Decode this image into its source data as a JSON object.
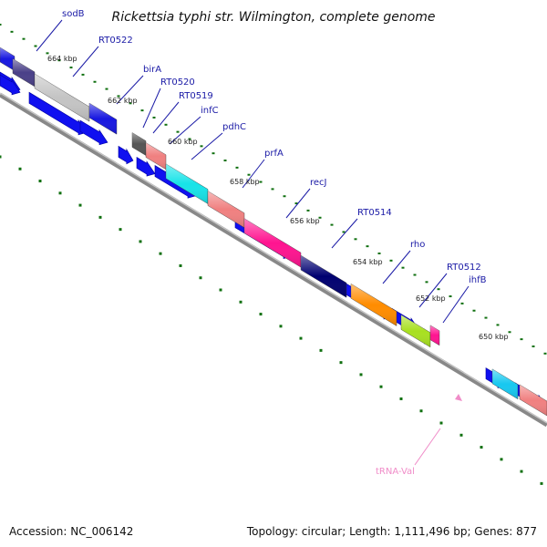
{
  "title": "Rickettsia typhi str. Wilmington, complete genome",
  "footer": {
    "accession": "Accession: NC_006142",
    "stats": "Topology: circular; Length: 1,111,496 bp; Genes: 877"
  },
  "kbp_ticks": [
    "664 kbp",
    "662 kbp",
    "660 kbp",
    "658 kbp",
    "656 kbp",
    "654 kbp",
    "652 kbp",
    "650 kbp"
  ],
  "genes": [
    {
      "label": "sodB",
      "color": "#4a4088"
    },
    {
      "label": "RT0522",
      "color": "#c4c4c4"
    },
    {
      "label": "birA",
      "color": "#1818e0"
    },
    {
      "label": "RT0520",
      "color": "#555555"
    },
    {
      "label": "RT0519",
      "color": "#f08080"
    },
    {
      "label": "infC",
      "color": "#17e3e8"
    },
    {
      "label": "pdhC",
      "color": "#f08080"
    },
    {
      "label": "prfA",
      "color": "#ff1490"
    },
    {
      "label": "recJ",
      "color": "#000070"
    },
    {
      "label": "RT0514",
      "color": "#ff8c00"
    },
    {
      "label": "rho",
      "color": "#ff8c00"
    },
    {
      "label": "RT0512",
      "color": "#a8e020"
    },
    {
      "label": "ihfB",
      "color": "#ff1490"
    }
  ],
  "trna": {
    "label": "tRNA-Val",
    "color": "#f08cc8"
  },
  "colors": {
    "cds": "#1010f0",
    "backbone": "#888888",
    "gc_tick": "#107010"
  }
}
